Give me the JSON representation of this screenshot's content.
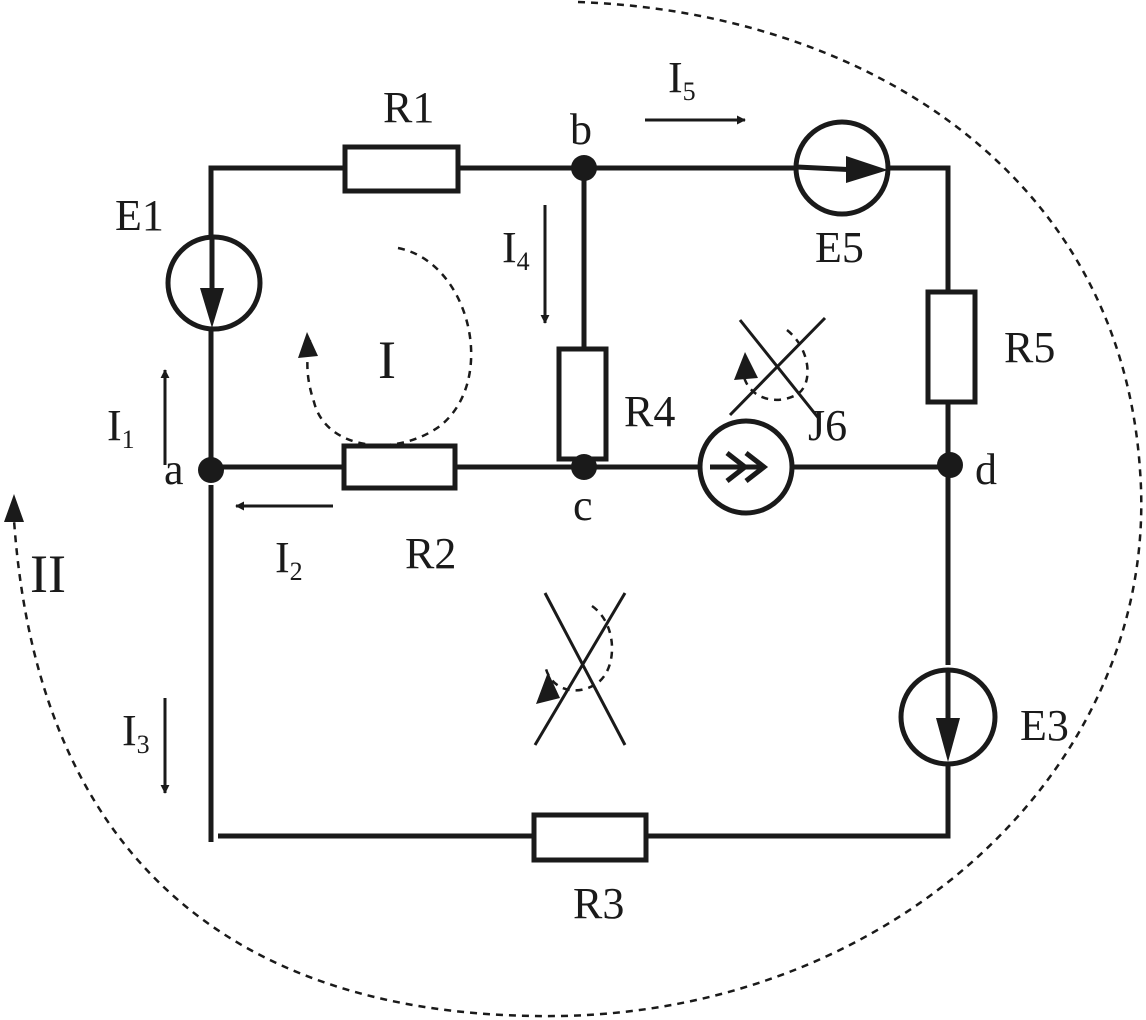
{
  "diagram": {
    "colors": {
      "ink": "#1a1a1a",
      "background": "#ffffff"
    },
    "nodes": {
      "a": "a",
      "b": "b",
      "c": "c",
      "d": "d"
    },
    "resistors": {
      "r1": {
        "main": "R",
        "sub": "1"
      },
      "r2": {
        "main": "R",
        "sub": "2"
      },
      "r3": {
        "main": "R",
        "sub": "3"
      },
      "r4": {
        "main": "R",
        "sub": "4"
      },
      "r5": {
        "main": "R",
        "sub": "5"
      }
    },
    "sources": {
      "e1": {
        "main": "E",
        "sub": "1"
      },
      "e3": {
        "main": "E",
        "sub": "3"
      },
      "e5": {
        "main": "E",
        "sub": "5"
      },
      "j6": {
        "main": "J",
        "sub": "6"
      }
    },
    "currents": {
      "i1": {
        "main": "I",
        "sub": "1"
      },
      "i2": {
        "main": "I",
        "sub": "2"
      },
      "i3": {
        "main": "I",
        "sub": "3"
      },
      "i4": {
        "main": "I",
        "sub": "4"
      },
      "i5": {
        "main": "I",
        "sub": "5"
      }
    },
    "loops": {
      "loop1": "I",
      "loop2": "II"
    }
  }
}
